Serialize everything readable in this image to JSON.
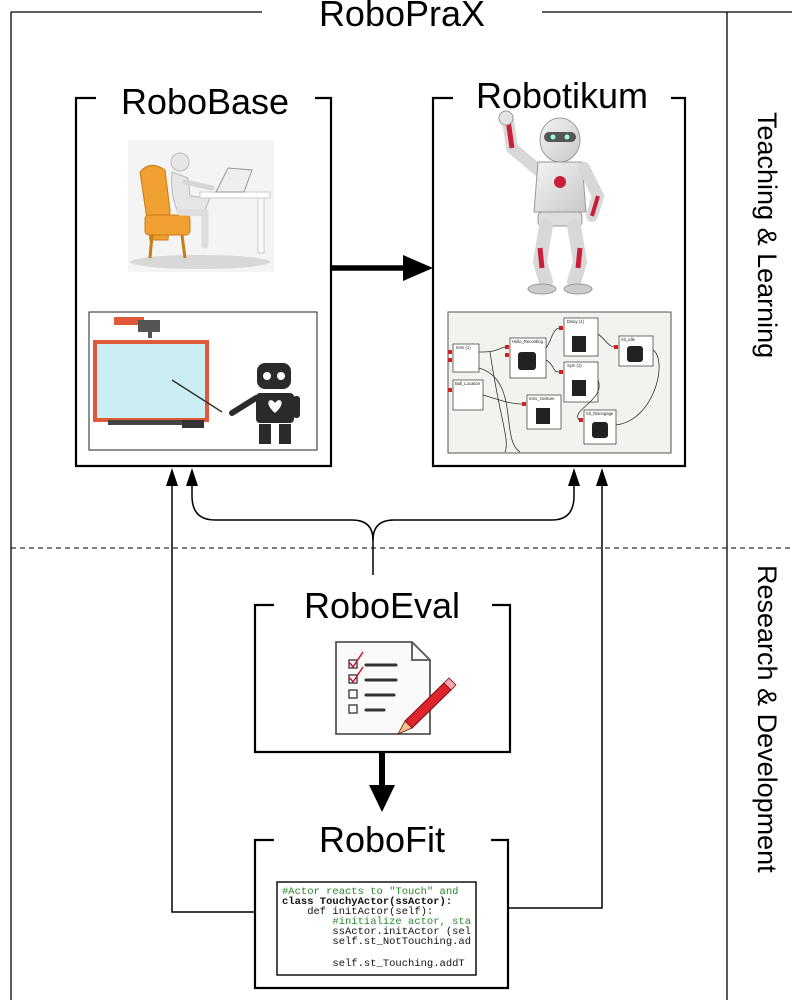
{
  "diagram": {
    "title": "RoboPraX",
    "boxes": {
      "robobase": "RoboBase",
      "robotikum": "Robotikum",
      "roboeval": "RoboEval",
      "robofit": "RoboFit"
    },
    "side_labels": {
      "top": "Teaching & Learning",
      "bottom": "Research & Development"
    },
    "node_graph": {
      "nodes": [
        "Intro (1)",
        "Hello_Recording",
        "Delay (1)",
        "Sym (1)",
        "Intro_Gesture",
        "Sit_Idle",
        "Ball_Location",
        "Sit_Disengage"
      ]
    },
    "code_lines": [
      "#Actor reacts to \"Touch\" and",
      "class TouchyActor(ssActor):",
      "    def initActor(self):",
      "        #initialize actor, sta",
      "        ssActor.initActor (sel",
      "        self.st_NotTouching.ad",
      "",
      "        self.st_Touching.addT"
    ]
  }
}
